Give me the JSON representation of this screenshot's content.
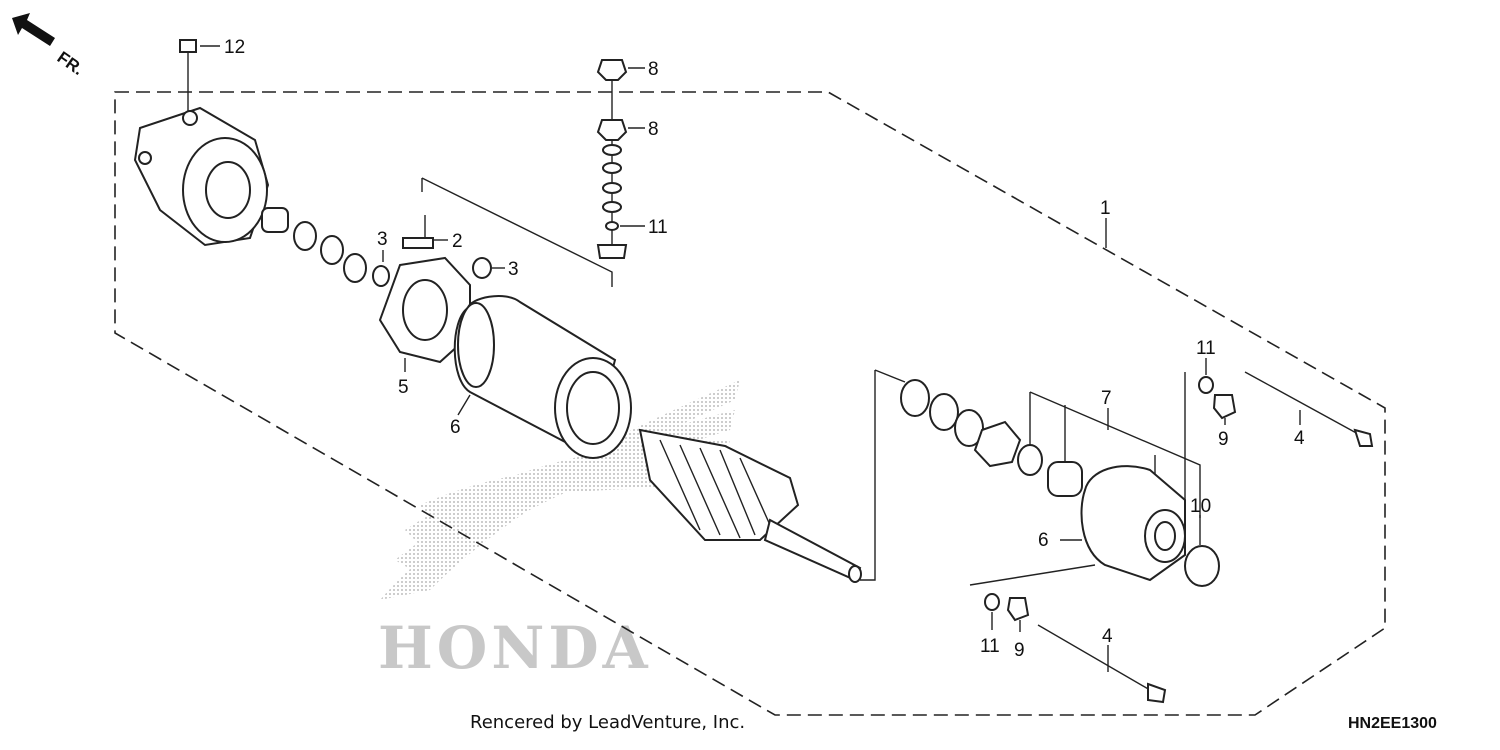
{
  "diagram": {
    "direction_label": "FR.",
    "callouts": {
      "c1": "1",
      "c2": "2",
      "c3a": "3",
      "c3b": "3",
      "c4a": "4",
      "c4b": "4",
      "c5": "5",
      "c6a": "6",
      "c6b": "6",
      "c7": "7",
      "c8a": "8",
      "c8b": "8",
      "c9a": "9",
      "c9b": "9",
      "c10": "10",
      "c11a": "11",
      "c11b": "11",
      "c11c": "11",
      "c12": "12"
    },
    "watermark_logo": "HONDA"
  },
  "footer": {
    "credit": "Rencered by LeadVenture, Inc.",
    "diagram_code": "HN2EE1300"
  }
}
